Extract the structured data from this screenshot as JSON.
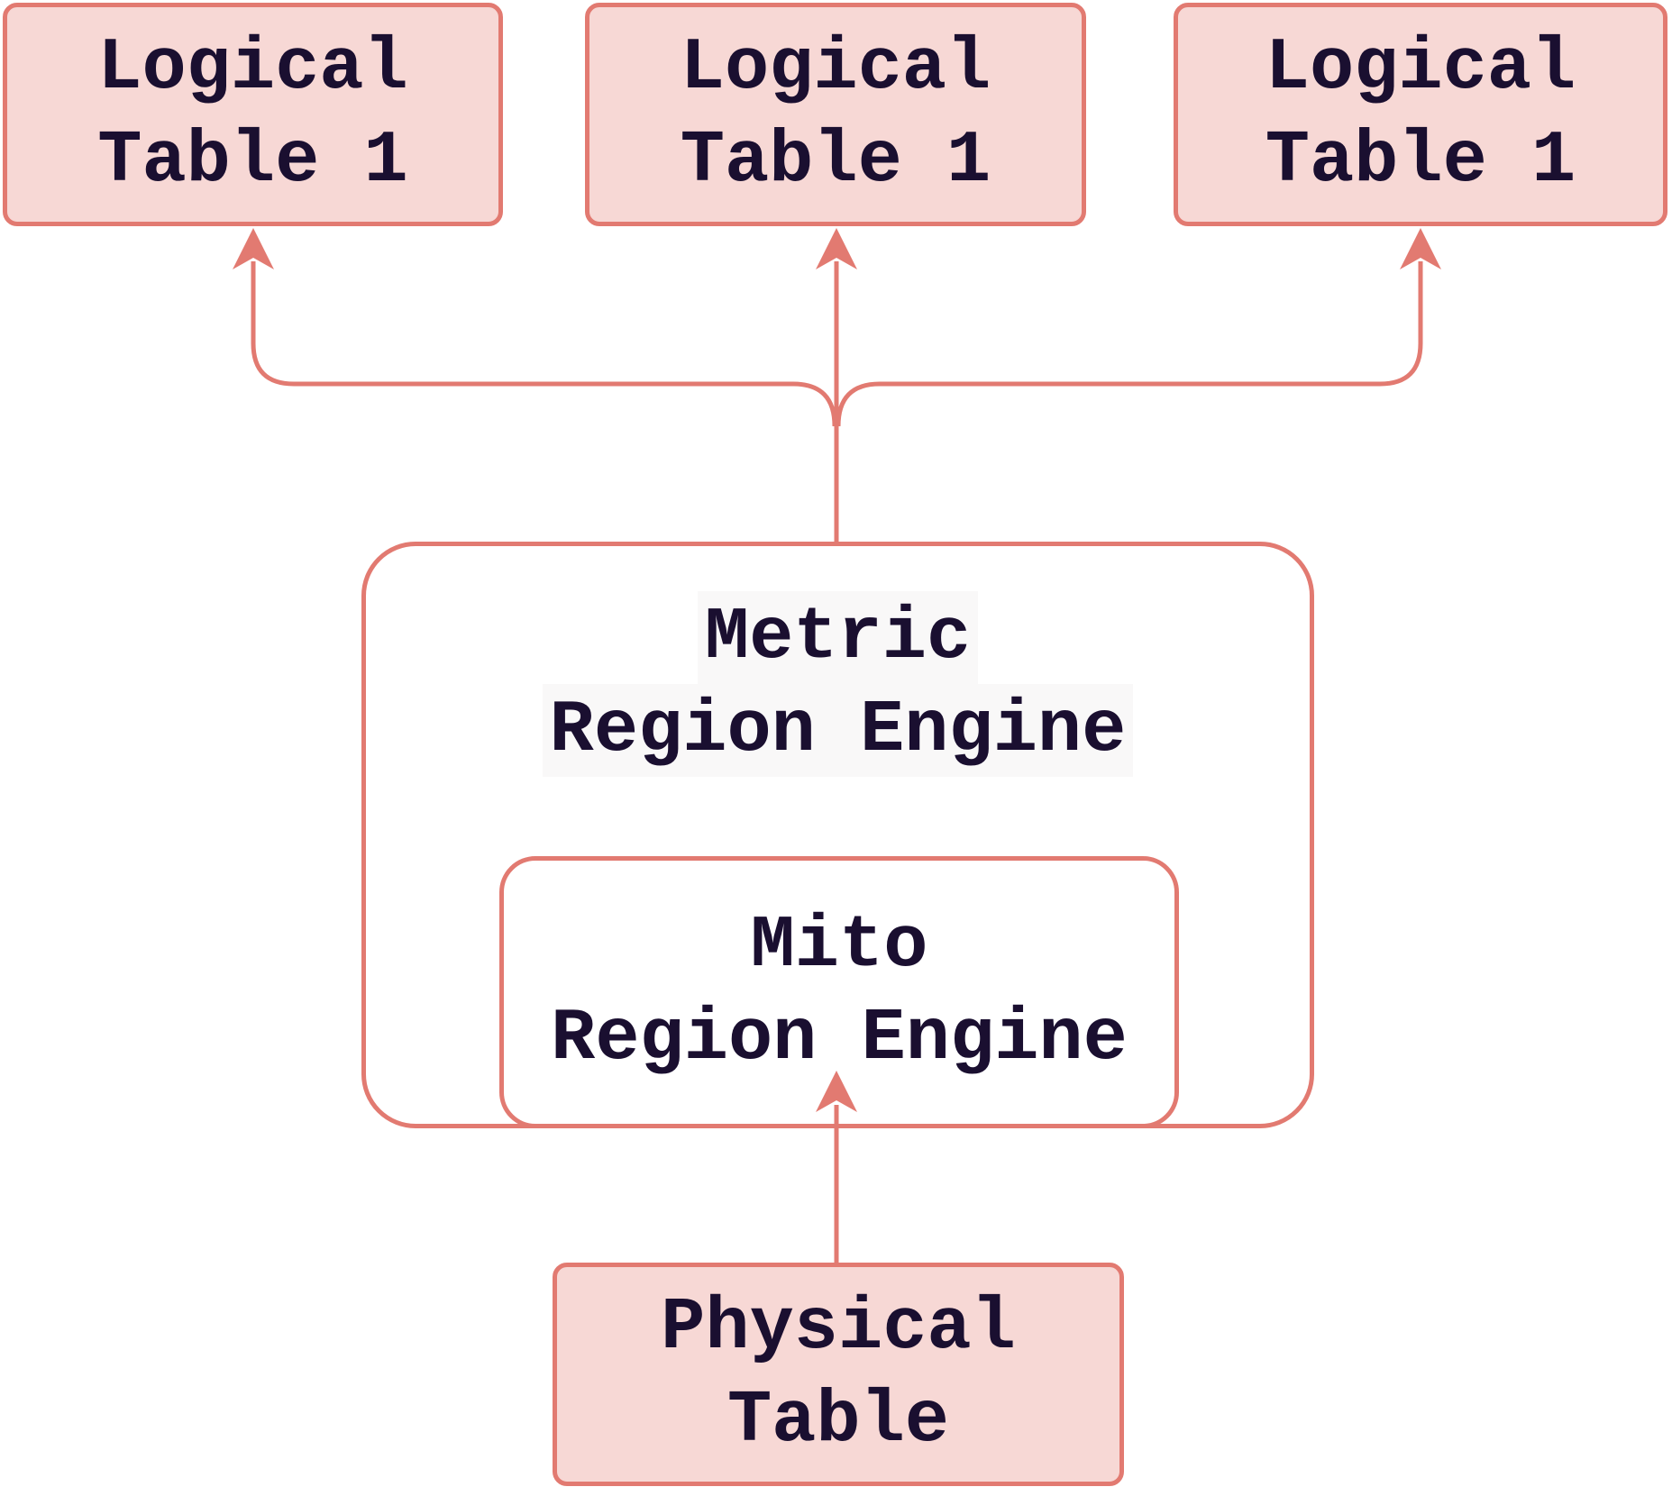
{
  "diagram": {
    "nodes": {
      "logical_table_left": {
        "label": "Logical Table 1",
        "line1": "Logical",
        "line2": "Table 1"
      },
      "logical_table_middle": {
        "label": "Logical Table 1",
        "line1": "Logical",
        "line2": "Table 1"
      },
      "logical_table_right": {
        "label": "Logical Table 1",
        "line1": "Logical",
        "line2": "Table 1"
      },
      "metric_region_engine": {
        "label": "Metric Region Engine",
        "line1": "Metric",
        "line2": "Region Engine"
      },
      "mito_region_engine": {
        "label": "Mito Region Engine",
        "line1": "Mito",
        "line2": "Region Engine"
      },
      "physical_table": {
        "label": "Physical Table",
        "line1": "Physical",
        "line2": "Table"
      }
    },
    "edges": [
      {
        "from": "metric_region_engine",
        "to": "logical_table_left",
        "arrow": "up"
      },
      {
        "from": "metric_region_engine",
        "to": "logical_table_middle",
        "arrow": "up"
      },
      {
        "from": "metric_region_engine",
        "to": "logical_table_right",
        "arrow": "up"
      },
      {
        "from": "physical_table",
        "to": "mito_region_engine",
        "arrow": "up"
      }
    ],
    "colors": {
      "canvas": "#ffffff",
      "node_fill_pink": "#f7d8d5",
      "node_fill_white": "#ffffff",
      "node_stroke": "#e27a71",
      "connector": "#e27a71",
      "text": "#1a0f30",
      "label_background": "#f9f8f8"
    }
  }
}
